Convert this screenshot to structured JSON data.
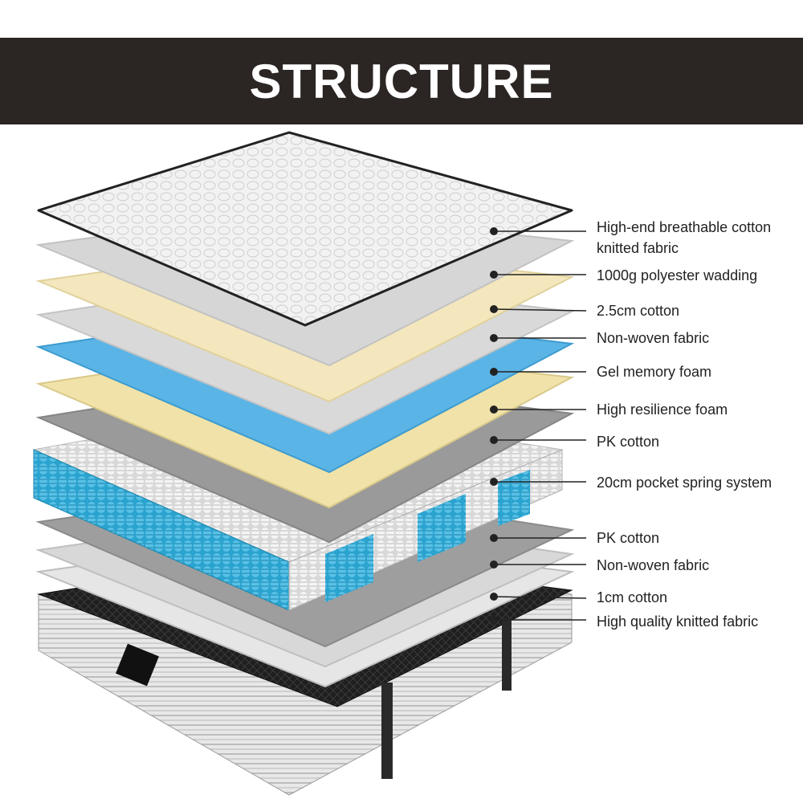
{
  "header": {
    "title": "STRUCTURE",
    "background": "#2b2523"
  },
  "layers": [
    {
      "label": "High-end breathable cotton knitted fabric",
      "line1": "High-end breathable cotton",
      "line2": "knitted fabric",
      "color": "#eeeeee"
    },
    {
      "label": "1000g polyester wadding",
      "color": "#d6d6d6"
    },
    {
      "label": "2.5cm cotton",
      "color": "#f4e7bd"
    },
    {
      "label": "Non-woven fabric",
      "color": "#d9d9d9"
    },
    {
      "label": "Gel memory foam",
      "color": "#5bb4e6"
    },
    {
      "label": "High resilience foam",
      "color": "#f0e2a8"
    },
    {
      "label": "PK cotton",
      "color": "#9a9a9a"
    },
    {
      "label": "20cm pocket spring system",
      "color": "#2aa3cf"
    },
    {
      "label": "PK cotton",
      "color": "#9a9a9a"
    },
    {
      "label": "Non-woven fabric",
      "color": "#d6d6d6"
    },
    {
      "label": "1cm cotton",
      "color": "#e0e0e0"
    },
    {
      "label": "High quality knitted fabric",
      "color": "#1e1e1e"
    }
  ]
}
